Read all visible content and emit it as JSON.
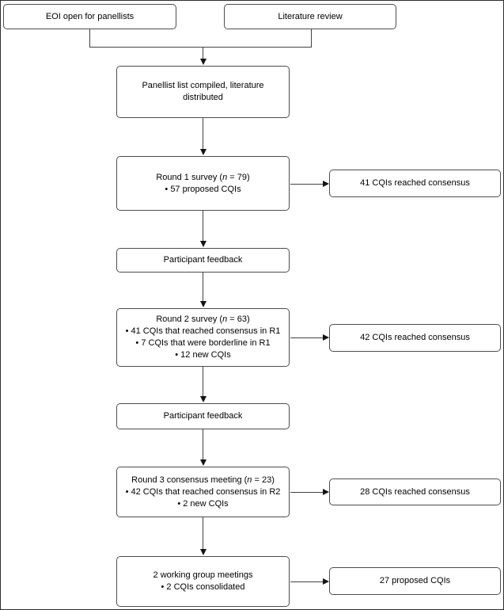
{
  "figure": {
    "type": "flowchart",
    "description": "Delphi consensus process flow diagram"
  },
  "flow": {
    "eoi_label": "EOI open for panellists",
    "literature_label": "Literature review",
    "compiled_label": "Panellist list compiled, literature distributed",
    "round1": {
      "title_pre": "Round 1 survey (",
      "title_n": "n",
      "title_post": " = 79)",
      "bullets": [
        "• 57 proposed CQIs"
      ]
    },
    "feedback1_label": "Participant feedback",
    "round2": {
      "title_pre": "Round 2 survey (",
      "title_n": "n",
      "title_post": " = 63)",
      "bullets": [
        "• 41 CQIs that reached consensus in R1",
        "• 7 CQIs that were borderline in R1",
        "• 12 new CQIs"
      ]
    },
    "feedback2_label": "Participant feedback",
    "round3": {
      "title_pre": "Round 3 consensus meeting (",
      "title_n": "n",
      "title_post": " = 23)",
      "bullets": [
        "• 42 CQIs that reached consensus in R2",
        "• 2 new CQIs"
      ]
    },
    "working": {
      "title": "2 working group meetings",
      "bullets": [
        "• 2 CQIs consolidated"
      ]
    },
    "outcomes": {
      "r1": "41 CQIs reached consensus",
      "r2": "42 CQIs reached consensus",
      "r3": "28 CQIs reached consensus",
      "final": "27 proposed CQIs"
    }
  },
  "colors": {
    "background": "#ffffff",
    "box_border": "#4d4d4d",
    "connector": "#424242",
    "arrowhead": "#141414",
    "text": "#000000"
  }
}
